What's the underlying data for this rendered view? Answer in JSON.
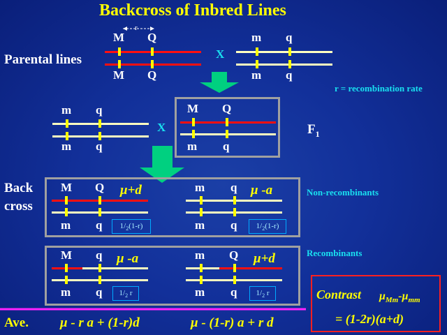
{
  "title": "Backcross of Inbred Lines",
  "parental": {
    "label": "Parental lines",
    "left_top": [
      "M",
      "Q"
    ],
    "left_bottom": [
      "M",
      "Q"
    ],
    "right_top": [
      "m",
      "q"
    ],
    "right_bottom": [
      "m",
      "q"
    ],
    "r_label": "r",
    "cross": "X"
  },
  "r_note": "r = recombination rate",
  "f1": {
    "label": "F",
    "sub": "1",
    "left_top": [
      "m",
      "q"
    ],
    "left_bottom": [
      "m",
      "q"
    ],
    "right_top": [
      "M",
      "Q"
    ],
    "right_bottom": [
      "m",
      "q"
    ],
    "cross": "X"
  },
  "backcross": {
    "label_line1": "Back",
    "label_line2": "cross",
    "nonrec_label": "Non-recombinants",
    "rec_label": "Recombinants",
    "nonrec": [
      {
        "top": [
          "M",
          "Q"
        ],
        "bottom": [
          "m",
          "q"
        ],
        "effect": "μ+d",
        "prob_pre": "1/",
        "prob_sub": "2",
        "prob_post": "(1-r)"
      },
      {
        "top": [
          "m",
          "q"
        ],
        "bottom": [
          "m",
          "q"
        ],
        "effect": "μ -a",
        "prob_pre": "1/",
        "prob_sub": "2",
        "prob_post": "(1-r)"
      }
    ],
    "rec": [
      {
        "top": [
          "M",
          "q"
        ],
        "bottom": [
          "m",
          "q"
        ],
        "effect": "μ -a",
        "prob_pre": "1/",
        "prob_sub": "2",
        "prob_post": " r"
      },
      {
        "top": [
          "m",
          "Q"
        ],
        "bottom": [
          "m",
          "q"
        ],
        "effect": "μ+d",
        "prob_pre": "1/",
        "prob_sub": "2",
        "prob_post": " r"
      }
    ]
  },
  "average": {
    "label": "Ave.",
    "left": "μ - r a + (1-r)d",
    "right": "μ - (1-r) a + r d"
  },
  "contrast": {
    "label": "Contrast",
    "mu1": "μ",
    "sub1": "Mm",
    "dash": "-",
    "mu2": "μ",
    "sub2": "mm",
    "formula": "= (1-2r)(a+d)"
  },
  "colors": {
    "red_chromosome": "#ff1010",
    "light_chromosome": "#ffffc0",
    "marker": "#ffff00",
    "cyan_text": "#19e0f0",
    "arrow": "#00d080",
    "magenta_line": "#ff22ff",
    "contrast_border": "#ff2020"
  }
}
